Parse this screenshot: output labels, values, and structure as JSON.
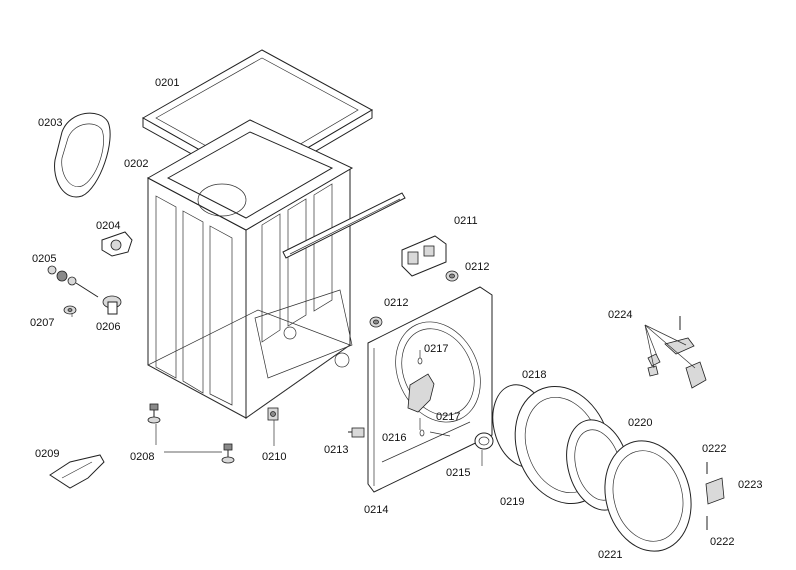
{
  "diagram": {
    "labels": {
      "p0201": "0201",
      "p0202": "0202",
      "p0203": "0203",
      "p0204": "0204",
      "p0205": "0205",
      "p0206": "0206",
      "p0207": "0207",
      "p0208": "0208",
      "p0209": "0209",
      "p0210": "0210",
      "p0211": "0211",
      "p0212a": "0212",
      "p0212b": "0212",
      "p0213": "0213",
      "p0214": "0214",
      "p0215": "0215",
      "p0216": "0216",
      "p0217a": "0217",
      "p0217b": "0217",
      "p0218": "0218",
      "p0219": "0219",
      "p0220": "0220",
      "p0221": "0221",
      "p0222a": "0222",
      "p0222b": "0222",
      "p0223": "0223",
      "p0224": "0224"
    }
  }
}
